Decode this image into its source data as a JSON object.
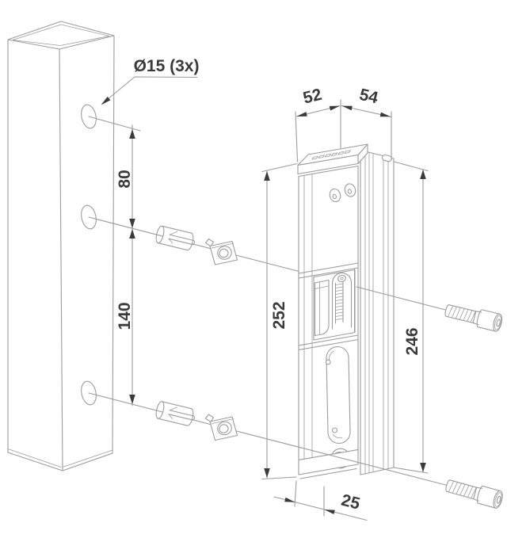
{
  "diagram": {
    "type": "isometric-assembly-drawing",
    "dimensions": {
      "hole_callout": "Ø15 (3x)",
      "hole_spacing_upper": "80",
      "hole_spacing_lower": "140",
      "front_width": "52",
      "side_width": "54",
      "height_front": "252",
      "height_back": "246",
      "bottom_depth": "25"
    },
    "colors": {
      "line": "#9c9c9c",
      "ink": "#3a3a3a",
      "background": "#ffffff"
    }
  }
}
